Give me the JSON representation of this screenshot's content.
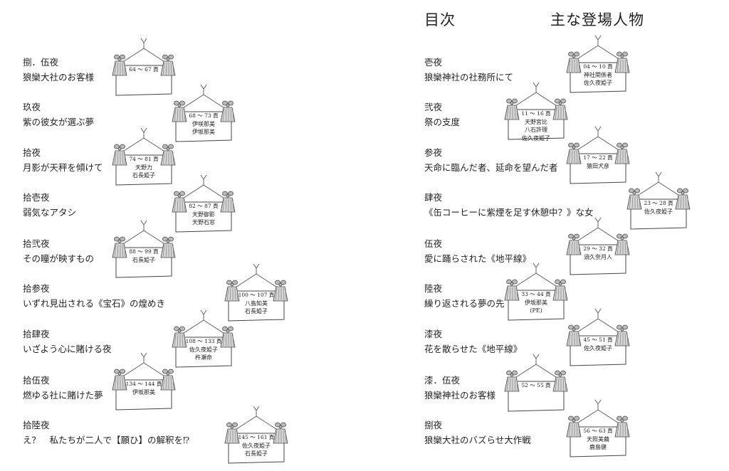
{
  "headings": {
    "toc": "目次",
    "characters": "主な登場人物"
  },
  "left_column": [
    {
      "label": "捌．伍夜",
      "title": "狼欒大社のお客様",
      "pages": "64 ～ 67 頁",
      "names": []
    },
    {
      "label": "玖夜",
      "title": "紫の彼女が選ぶ夢",
      "pages": "68 ～ 73 頁",
      "names": [
        "伊咲那美",
        "伊坂那美"
      ]
    },
    {
      "label": "拾夜",
      "title": "月影が天秤を傾けて",
      "pages": "74 ～ 81 頁",
      "names": [
        "天野力",
        "石長姫子"
      ]
    },
    {
      "label": "拾壱夜",
      "title": "弱気なアタシ",
      "pages": "82 ～ 87 頁",
      "names": [
        "天野御影",
        "天野石窓"
      ]
    },
    {
      "label": "拾弐夜",
      "title": "その瞳が映すもの",
      "pages": "88 ～ 99 頁",
      "names": [
        "石長姫子"
      ]
    },
    {
      "label": "拾参夜",
      "title": "いずれ見出される《宝石》の煌めき",
      "pages": "100 ～ 107 頁",
      "names": [
        "八島知美",
        "石長姫子"
      ]
    },
    {
      "label": "拾肆夜",
      "title": "いざよう心に賭ける夜",
      "pages": "108 ～ 133 頁",
      "names": [
        "佐久夜姫子",
        "杵瀬命"
      ]
    },
    {
      "label": "拾伍夜",
      "title": "燃ゆる社に賭けた夢",
      "pages": "134 ～ 144 頁",
      "names": [
        "伊坂那美"
      ]
    },
    {
      "label": "拾陸夜",
      "title": "え？　私たちが二人で【願ひ】の解釈を⁉",
      "pages": "145 ～ 161 頁",
      "names": [
        "佐久夜姫子",
        "石長姫子"
      ]
    }
  ],
  "right_column": [
    {
      "label": "壱夜",
      "title": "狼欒神社の社務所にて",
      "pages": "04 ～ 10 頁",
      "names": [
        "神社関係者",
        "佐久夜姫子"
      ]
    },
    {
      "label": "弐夜",
      "title": "祭の支度",
      "pages": "11 ～ 16 頁",
      "names": [
        "天野宮比",
        "八石許理",
        "佐久夜姫子"
      ]
    },
    {
      "label": "参夜",
      "title": "天命に臨んだ者、延命を望んだ者",
      "pages": "17 ～ 22 頁",
      "names": [
        "猿田犬彦"
      ]
    },
    {
      "label": "肆夜",
      "title": "《缶コーヒーに紫煙を足す休憩中？》な女",
      "pages": "23 ～ 28 頁",
      "names": [
        "佐久夜姫子"
      ]
    },
    {
      "label": "伍夜",
      "title": "愛に踊らされた《地平線》",
      "pages": "29 ～ 32 頁",
      "names": [
        "須久奈月人"
      ]
    },
    {
      "label": "陸夜",
      "title": "繰り返される夢の先",
      "pages": "33 ～ 44 頁",
      "names": [
        "伊坂那美",
        "(PE)"
      ]
    },
    {
      "label": "漆夜",
      "title": "花を散らせた《地平線》",
      "pages": "45 ～ 51 頁",
      "names": [
        "佐久夜姫子"
      ]
    },
    {
      "label": "漆．伍夜",
      "title": "狼欒神社のお客様",
      "pages": "52 ～ 55 頁",
      "names": []
    },
    {
      "label": "捌夜",
      "title": "狼欒大社のバズらせ大作戦",
      "pages": "56 ～ 63 頁",
      "names": [
        "天照美繭",
        "鹿島健"
      ]
    }
  ]
}
